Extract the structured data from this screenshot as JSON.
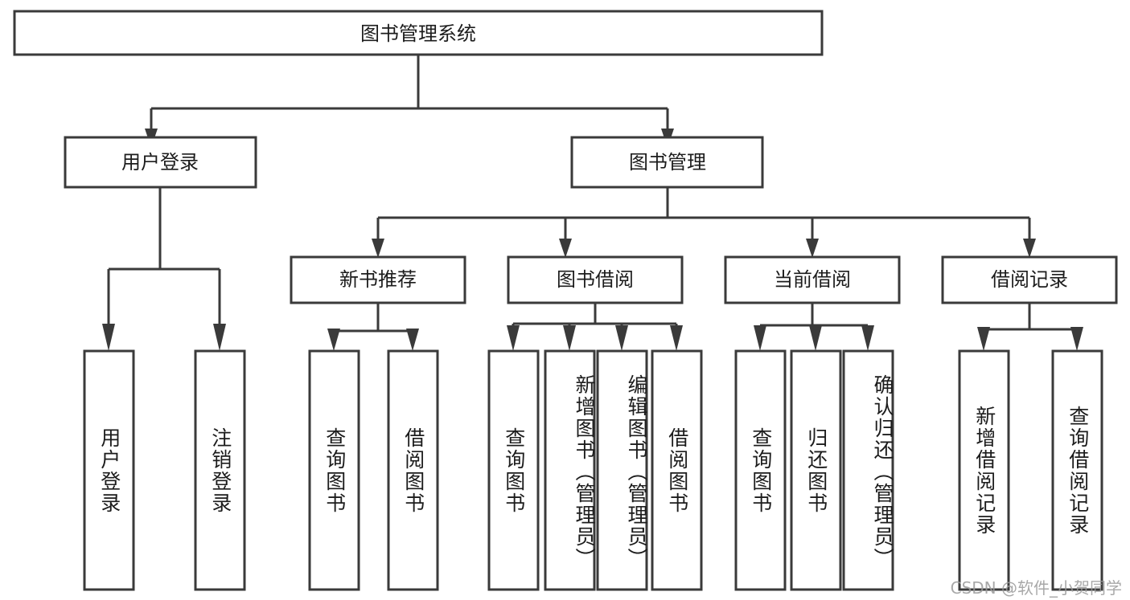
{
  "diagram": {
    "type": "tree-hierarchy-flowchart",
    "orientation": "top-down",
    "root": {
      "id": "root",
      "label": "图书管理系统"
    },
    "level2": [
      {
        "id": "user-login",
        "label": "用户登录"
      },
      {
        "id": "book-management",
        "label": "图书管理"
      }
    ],
    "level3": [
      {
        "id": "new-book-recommend",
        "label": "新书推荐",
        "parent": "book-management"
      },
      {
        "id": "book-borrow",
        "label": "图书借阅",
        "parent": "book-management"
      },
      {
        "id": "current-borrow",
        "label": "当前借阅",
        "parent": "book-management"
      },
      {
        "id": "borrow-record",
        "label": "借阅记录",
        "parent": "book-management"
      }
    ],
    "leaves": [
      {
        "id": "leaf-user-login",
        "label": "用户登录",
        "parent": "user-login"
      },
      {
        "id": "leaf-logout-login",
        "label": "注销登录",
        "parent": "user-login"
      },
      {
        "id": "leaf-query-book-1",
        "label": "查询图书",
        "parent": "new-book-recommend"
      },
      {
        "id": "leaf-borrow-book-1",
        "label": "借阅图书",
        "parent": "new-book-recommend"
      },
      {
        "id": "leaf-query-book-2",
        "label": "查询图书",
        "parent": "book-borrow"
      },
      {
        "id": "leaf-add-book",
        "label": "新增图书（管理员）",
        "parent": "book-borrow"
      },
      {
        "id": "leaf-edit-book",
        "label": "编辑图书（管理员）",
        "parent": "book-borrow"
      },
      {
        "id": "leaf-borrow-book-2",
        "label": "借阅图书",
        "parent": "book-borrow"
      },
      {
        "id": "leaf-query-book-3",
        "label": "查询图书",
        "parent": "current-borrow"
      },
      {
        "id": "leaf-return-book",
        "label": "归还图书",
        "parent": "current-borrow"
      },
      {
        "id": "leaf-confirm-return",
        "label": "确认归还（管理员）",
        "parent": "current-borrow"
      },
      {
        "id": "leaf-add-borrow-record",
        "label": "新增借阅记录",
        "parent": "borrow-record"
      },
      {
        "id": "leaf-query-borrow-record",
        "label": "查询借阅记录",
        "parent": "borrow-record"
      }
    ],
    "colors": {
      "stroke": "#3a3a3a",
      "box_fill": "#ffffff",
      "text": "#1c1c1c",
      "background": "#ffffff",
      "watermark": "#9a9a9a"
    }
  },
  "watermark": {
    "text": "CSDN @软件_小贺同学"
  }
}
